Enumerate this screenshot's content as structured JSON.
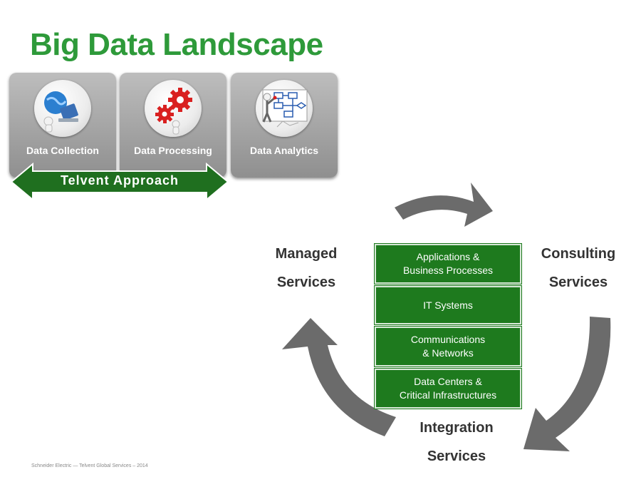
{
  "title": "Big Data Landscape",
  "tiles": [
    {
      "label": "Data Collection",
      "icon": "globe-laptop-icon"
    },
    {
      "label": "Data Processing",
      "icon": "gears-icon"
    },
    {
      "label": "Data Analytics",
      "icon": "flowchart-icon"
    }
  ],
  "approach_label": "Telvent Approach",
  "services": {
    "managed": [
      "Managed",
      "Services"
    ],
    "consulting": [
      "Consulting",
      "Services"
    ],
    "integration": [
      "Integration",
      "Services"
    ]
  },
  "stack": [
    [
      "Applications &",
      "Business Processes"
    ],
    [
      "IT Systems"
    ],
    [
      "Communications",
      "& Networks"
    ],
    [
      "Data Centers &",
      "Critical Infrastructures"
    ]
  ],
  "footer": "Schneider Electric — Telvent Global Services – 2014",
  "colors": {
    "title_green": "#2e9a3a",
    "box_green": "#1e7a1e",
    "banner_green": "#1f6f1f",
    "arrow_gray": "#6b6b6b"
  }
}
